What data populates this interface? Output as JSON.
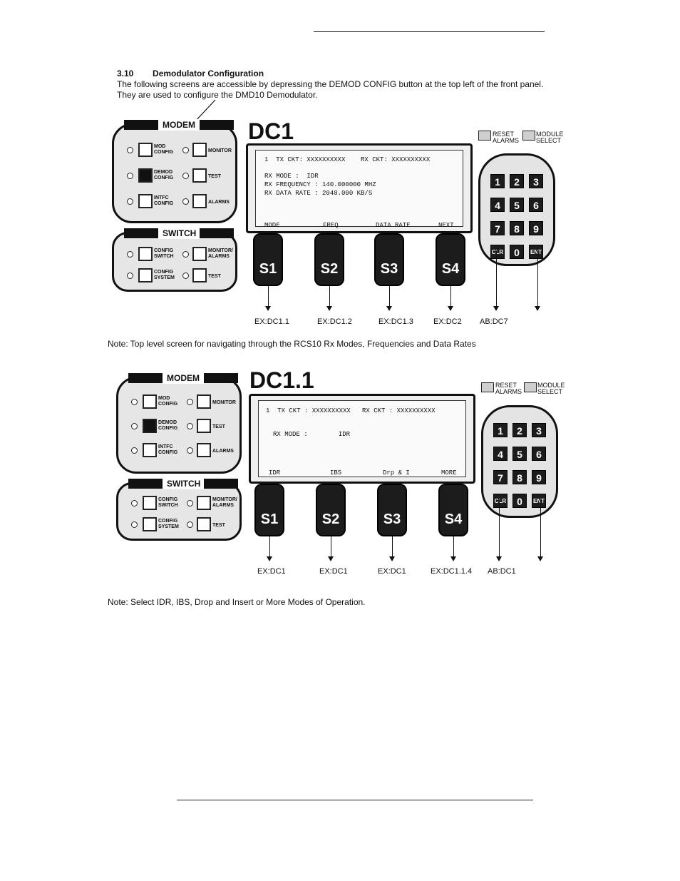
{
  "section": {
    "number": "3.10",
    "title": "Demodulator Configuration",
    "intro_line1": "The following screens are accessible by depressing the DEMOD CONFIG button at the top left of the front panel.",
    "intro_line2": "They are used to configure the DMD10 Demodulator."
  },
  "panel": {
    "modem_title": "MODEM",
    "switch_title": "SWITCH",
    "modem_keys": [
      "MOD\nCONFIG",
      "MONITOR",
      "DEMOD\nCONFIG",
      "TEST",
      "INTFC\nCONFIG",
      "ALARMS"
    ],
    "switch_keys": [
      "CONFIG\nSWITCH",
      "MONITOR/\nALARMS",
      "CONFIG\nSYSTEM",
      "TEST"
    ],
    "reset_label": "RESET\nALARMS",
    "module_label": "MODULE\nSELECT",
    "keypad": [
      "1",
      "2",
      "3",
      "4",
      "5",
      "6",
      "7",
      "8",
      "9",
      "CLR",
      "0",
      "ENT"
    ],
    "softkeys": [
      "S1",
      "S2",
      "S3",
      "S4"
    ]
  },
  "screens": [
    {
      "title": "DC1",
      "lcd_line1": "1  TX CKT: XXXXXXXXXX    RX CKT: XXXXXXXXXX",
      "lcd_line2": "RX MODE :  IDR",
      "lcd_line3": "RX FREQUENCY : 140.000000 MHZ",
      "lcd_line4": "RX DATA RATE : 2048.000 KB/S",
      "softkey_labels": [
        "MODE",
        "FREQ",
        "DATA RATE",
        "NEXT"
      ],
      "targets": [
        "EX:DC1.1",
        "EX:DC1.2",
        "EX:DC1.3",
        "EX:DC2",
        "AB:DC7"
      ],
      "note": "Note:  Top level screen for navigating through the RCS10 Rx Modes, Frequencies and Data Rates"
    },
    {
      "title": "DC1.1",
      "lcd_line1": "1  TX CKT : XXXXXXXXXX   RX CKT : XXXXXXXXXX",
      "lcd_line2": "RX MODE :        IDR",
      "lcd_line3": "",
      "lcd_line4": "",
      "softkey_labels": [
        "IDR",
        "IBS",
        "Drp & I",
        "MORE"
      ],
      "targets": [
        "EX:DC1",
        "EX:DC1",
        "EX:DC1",
        "EX:DC1.1.4",
        "AB:DC1"
      ],
      "note": "Note: Select IDR, IBS, Drop and Insert or More Modes of Operation."
    }
  ]
}
